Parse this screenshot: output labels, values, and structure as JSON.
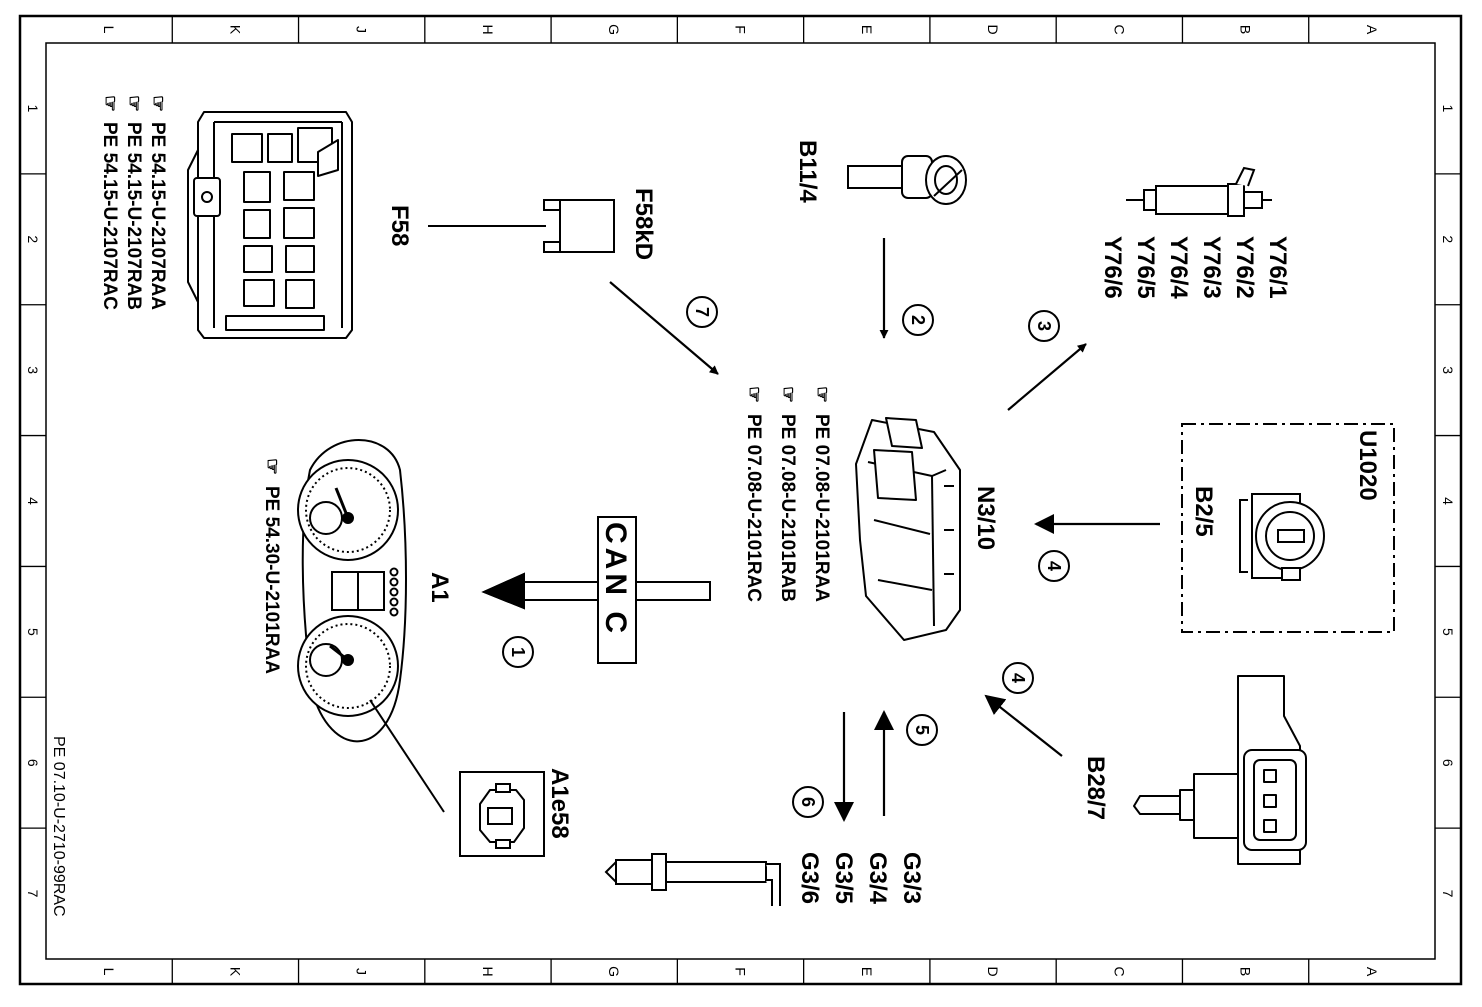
{
  "frame": {
    "columns": [
      "L",
      "K",
      "J",
      "H",
      "G",
      "F",
      "E",
      "D",
      "C",
      "B",
      "A"
    ],
    "rows": [
      "1",
      "2",
      "3",
      "4",
      "5",
      "6",
      "7"
    ],
    "doc_ref": "PE 07.10-U-2710-99RAC"
  },
  "components": {
    "f58": {
      "label": "F58",
      "refs": [
        "PE  54.15-U-2107RAA",
        "PE  54.15-U-2107RAB",
        "PE  54.15-U-2107RAC"
      ]
    },
    "f58kd": {
      "label": "F58kD"
    },
    "b11_4": {
      "label": "B11/4"
    },
    "y76": {
      "labels": [
        "Y76/1",
        "Y76/2",
        "Y76/3",
        "Y76/4",
        "Y76/5",
        "Y76/6"
      ]
    },
    "n3_10": {
      "label": "N3/10",
      "refs": [
        "PE  07.08-U-2101RAA",
        "PE  07.08-U-2101RAB",
        "PE  07.08-U-2101RAC"
      ]
    },
    "u1020": {
      "label": "U1020",
      "sub_label": "B2/5"
    },
    "a1": {
      "label": "A1",
      "refs": [
        "PE  54.30-U-2101RAA"
      ]
    },
    "a1e58": {
      "label": "A1e58"
    },
    "can": {
      "label": "CAN  C"
    },
    "b28_7": {
      "label": "B28/7"
    },
    "g3": {
      "labels": [
        "G3/3",
        "G3/4",
        "G3/5",
        "G3/6"
      ]
    }
  },
  "signals": [
    "1",
    "2",
    "3",
    "4",
    "4",
    "5",
    "6",
    "7"
  ]
}
